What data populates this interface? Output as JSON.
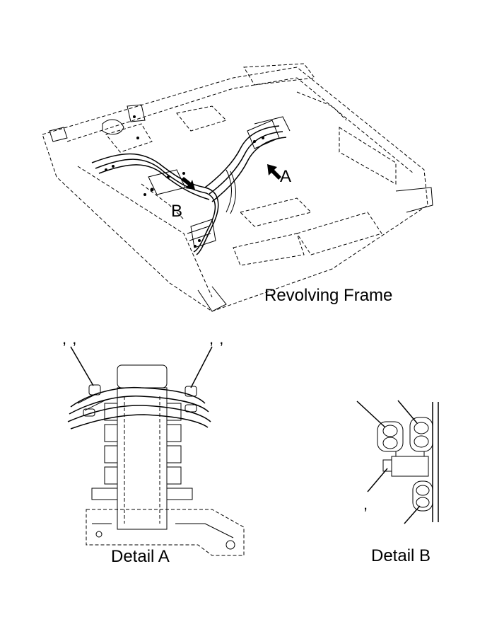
{
  "overview": {
    "caption": "Revolving Frame",
    "callout_a": "A",
    "callout_b": "B"
  },
  "detail_a": {
    "caption": "Detail A",
    "mark_left": ", ,",
    "mark_right": ", ,"
  },
  "detail_b": {
    "caption": "Detail B",
    "mark_bottom": ","
  }
}
